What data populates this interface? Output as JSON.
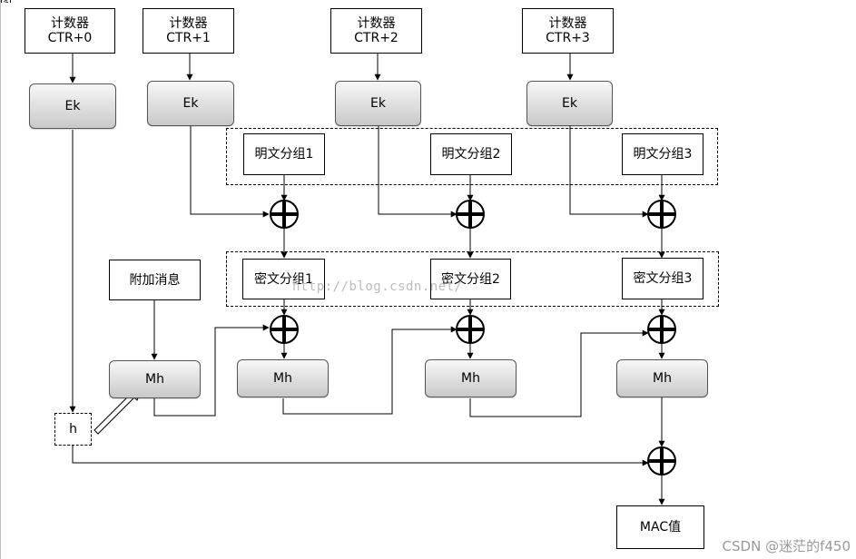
{
  "counters": [
    {
      "line1": "计数器",
      "line2": "CTR+0"
    },
    {
      "line1": "计数器",
      "line2": "CTR+1"
    },
    {
      "line1": "计数器",
      "line2": "CTR+2"
    },
    {
      "line1": "计数器",
      "line2": "CTR+3"
    }
  ],
  "encrypt_label": "Ek",
  "plaintext_blocks": [
    "明文分组1",
    "明文分组2",
    "明文分组3"
  ],
  "ciphertext_blocks": [
    "密文分组1",
    "密文分组2",
    "密文分组3"
  ],
  "associated_data": "附加消息",
  "mh_label": "Mh",
  "h_label": "h",
  "mac_label": "MAC值",
  "watermark": "http://blog.csdn.net/",
  "footer_credit": "CSDN @迷茫的f450",
  "top_fragment": "图",
  "colors": {
    "line": "#000000",
    "box_grad_top": "#f7f7f7",
    "box_grad_bottom": "#c9c9c9",
    "watermark": "#bbbbbb"
  }
}
